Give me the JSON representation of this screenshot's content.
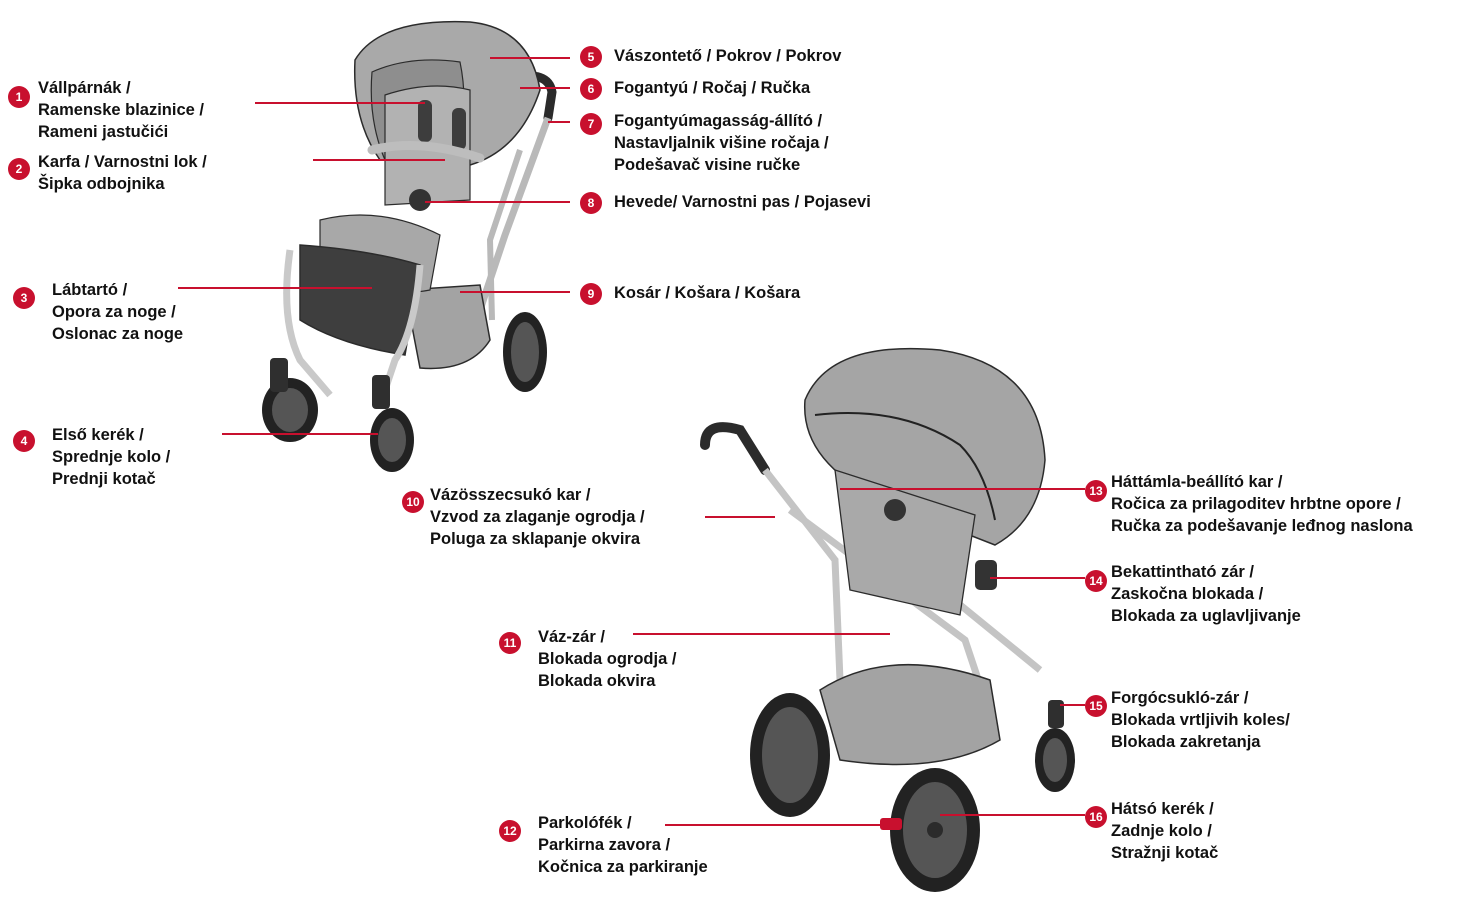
{
  "colors": {
    "accent": "#c8102e",
    "frame": "#c9c9c9",
    "fabric": "#a7a7a7",
    "fabric_dark": "#4a4a4a",
    "outline": "#2b2b2b",
    "tyre": "#222222"
  },
  "callouts": [
    {
      "number": "1",
      "lines": [
        "Vállpárnák /",
        "Ramenske blazinice /",
        "Rameni jastučići"
      ]
    },
    {
      "number": "2",
      "lines": [
        "Karfa / Varnostni lok /",
        "Šipka odbojnika"
      ]
    },
    {
      "number": "3",
      "lines": [
        "Lábtartó /",
        "Opora za noge /",
        "Oslonac za noge"
      ]
    },
    {
      "number": "4",
      "lines": [
        "Első kerék /",
        "Sprednje kolo /",
        "Prednji kotač"
      ]
    },
    {
      "number": "5",
      "lines": [
        "Vászontető / Pokrov / Pokrov"
      ]
    },
    {
      "number": "6",
      "lines": [
        "Fogantyú / Ročaj / Ručka"
      ]
    },
    {
      "number": "7",
      "lines": [
        "Fogantyúmagasság-állító /",
        "Nastavljalnik višine ročaja /",
        "Podešavač visine ručke"
      ]
    },
    {
      "number": "8",
      "lines": [
        "Hevede/ Varnostni pas / Pojasevi"
      ]
    },
    {
      "number": "9",
      "lines": [
        "Kosár / Košara / Košara"
      ]
    },
    {
      "number": "10",
      "lines": [
        "Vázösszecsukó kar /",
        "Vzvod za zlaganje ogrodja /",
        "Poluga za sklapanje okvira"
      ]
    },
    {
      "number": "11",
      "lines": [
        "Váz-zár /",
        "Blokada ogrodja /",
        "Blokada okvira"
      ]
    },
    {
      "number": "12",
      "lines": [
        "Parkolófék /",
        "Parkirna zavora /",
        "Kočnica za parkiranje"
      ]
    },
    {
      "number": "13",
      "lines": [
        "Háttámla-beállító kar /",
        "Ročica za prilagoditev hrbtne opore /",
        "Ručka za podešavanje leđnog naslona"
      ]
    },
    {
      "number": "14",
      "lines": [
        "Bekattintható zár /",
        "Zaskočna blokada /",
        "Blokada za uglavljivanje"
      ]
    },
    {
      "number": "15",
      "lines": [
        "Forgócsukló-zár /",
        "Blokada vrtljivih koles/",
        "Blokada zakretanja"
      ]
    },
    {
      "number": "16",
      "lines": [
        "Hátsó kerék /",
        "Zadnje kolo /",
        "Stražnji kotač"
      ]
    }
  ]
}
